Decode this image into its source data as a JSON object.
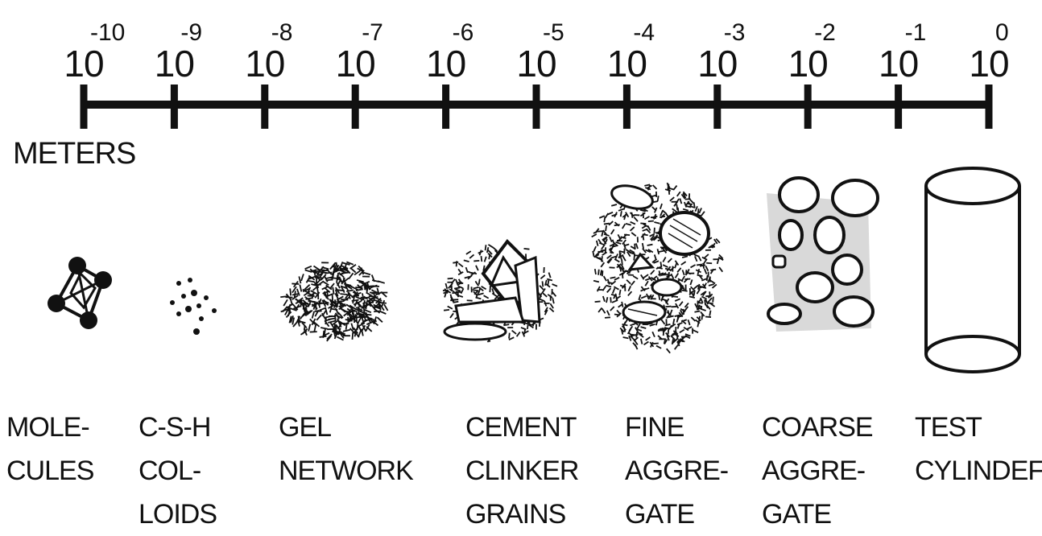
{
  "axis": {
    "unit_label": "METERS",
    "ticks": [
      {
        "base": "10",
        "exponent": "-10"
      },
      {
        "base": "10",
        "exponent": "-9"
      },
      {
        "base": "10",
        "exponent": "-8"
      },
      {
        "base": "10",
        "exponent": "-7"
      },
      {
        "base": "10",
        "exponent": "-6"
      },
      {
        "base": "10",
        "exponent": "-5"
      },
      {
        "base": "10",
        "exponent": "-4"
      },
      {
        "base": "10",
        "exponent": "-3"
      },
      {
        "base": "10",
        "exponent": "-2"
      },
      {
        "base": "10",
        "exponent": "-1"
      },
      {
        "base": "10",
        "exponent": "0"
      }
    ]
  },
  "items": [
    {
      "lines": [
        "MOLE-",
        "CULES"
      ]
    },
    {
      "lines": [
        "C-S-H",
        "COL-",
        "LOIDS"
      ]
    },
    {
      "lines": [
        "GEL",
        "NETWORK"
      ]
    },
    {
      "lines": [
        "CEMENT",
        "CLINKER",
        "GRAINS"
      ]
    },
    {
      "lines": [
        "FINE",
        "AGGRE-",
        "GATE"
      ]
    },
    {
      "lines": [
        "COARSE",
        "AGGRE-",
        "GATE"
      ]
    },
    {
      "lines": [
        "TEST",
        "CYLINDEF"
      ]
    }
  ],
  "colors": {
    "ink": "#111111",
    "shade": "#d9d9d9"
  }
}
